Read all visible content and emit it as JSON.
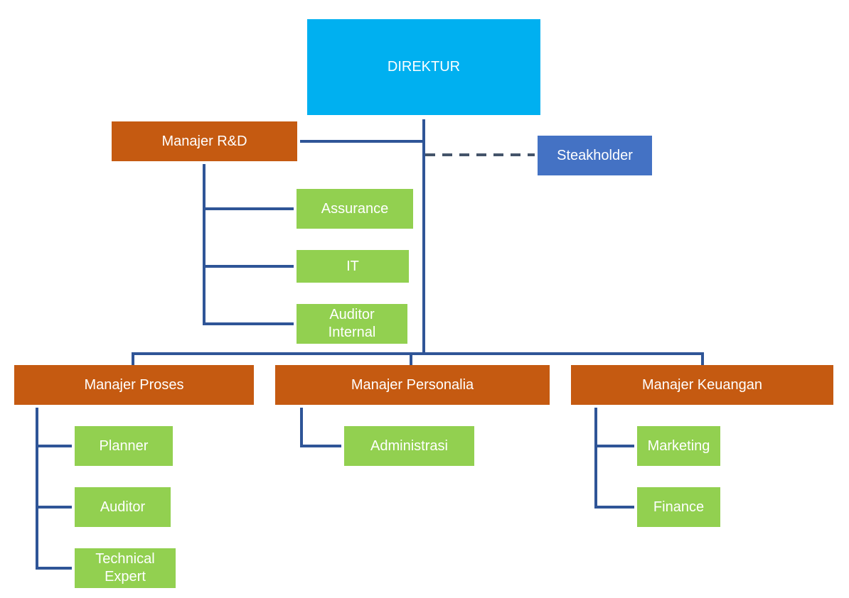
{
  "colors": {
    "director": "#00b0f0",
    "manager": "#c55a11",
    "stakeholder": "#4472c4",
    "staff": "#92d050",
    "connector": "#2f5597",
    "dashed_connector": "#44546a"
  },
  "director": {
    "label": "DIREKTUR"
  },
  "stakeholder": {
    "label": "Steakholder"
  },
  "managers": {
    "rnd": {
      "label": "Manajer R&D",
      "staff": [
        "Assurance",
        "IT",
        "Auditor Internal"
      ]
    },
    "proses": {
      "label": "Manajer Proses",
      "staff": [
        "Planner",
        "Auditor",
        "Technical Expert"
      ]
    },
    "personalia": {
      "label": "Manajer Personalia",
      "staff": [
        "Administrasi"
      ]
    },
    "keuangan": {
      "label": "Manajer Keuangan",
      "staff": [
        "Marketing",
        "Finance"
      ]
    }
  }
}
